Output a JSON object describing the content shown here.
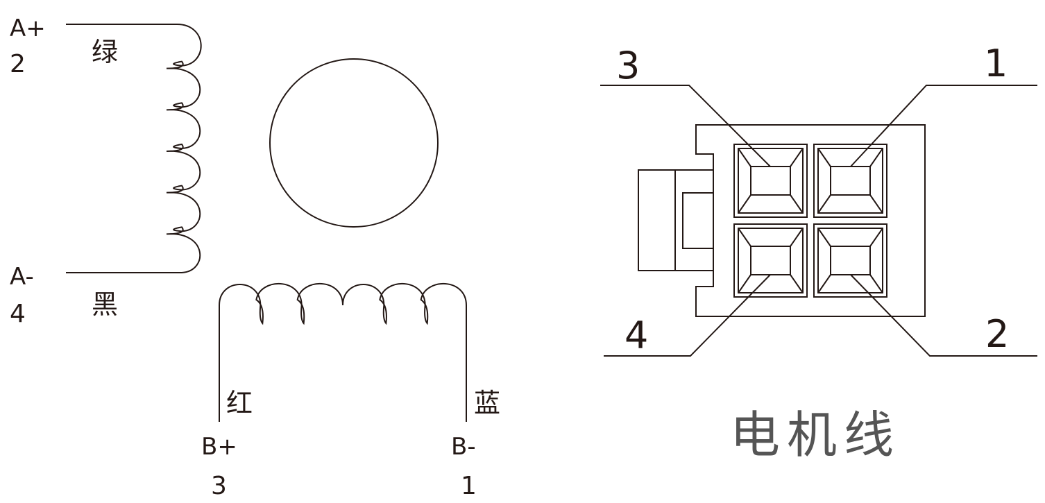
{
  "motor": {
    "phase_a": {
      "plus_label": "A+",
      "plus_pin": "2",
      "plus_color": "绿",
      "minus_label": "A-",
      "minus_pin": "4",
      "minus_color": "黑"
    },
    "phase_b": {
      "plus_label": "B+",
      "plus_pin": "3",
      "plus_color": "红",
      "minus_label": "B-",
      "minus_pin": "1",
      "minus_color": "蓝"
    }
  },
  "connector": {
    "pins": {
      "top_left": "3",
      "top_right": "1",
      "bottom_left": "4",
      "bottom_right": "2"
    },
    "title": "电机线"
  }
}
